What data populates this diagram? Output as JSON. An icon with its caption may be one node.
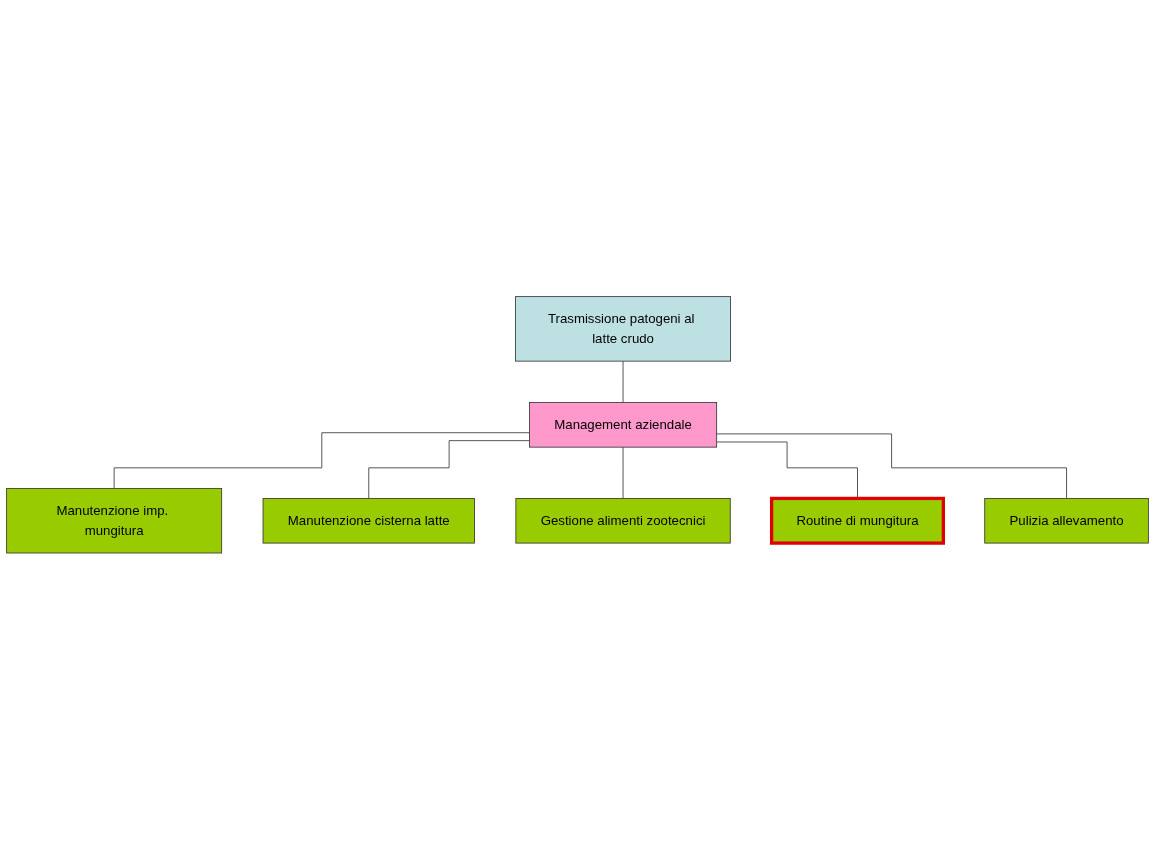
{
  "diagram": {
    "nodes": [
      {
        "text": [
          "Trasmissione patogeni al latte crudo"
        ]
      },
      {
        "text": [
          "Management aziendale"
        ]
      },
      {
        "text": [
          "Manutenzione imp. mungitura"
        ]
      },
      {
        "text": [
          "Manutenzione cisterna latte"
        ]
      },
      {
        "text": [
          "Gestione alimenti zootecnici"
        ]
      },
      {
        "text": [
          "Routine di mungitura"
        ]
      },
      {
        "text": [
          "Pulizia allevamento"
        ]
      }
    ],
    "edges": [
      {
        "from": 0,
        "to": 1,
        "arrow": "none"
      },
      {
        "from": 1,
        "to": 2,
        "arrow": "none"
      },
      {
        "from": 1,
        "to": 3,
        "arrow": "none"
      },
      {
        "from": 1,
        "to": 4,
        "arrow": "none"
      },
      {
        "from": 1,
        "to": 5,
        "arrow": "none"
      },
      {
        "from": 1,
        "to": 6,
        "arrow": "none"
      }
    ]
  }
}
